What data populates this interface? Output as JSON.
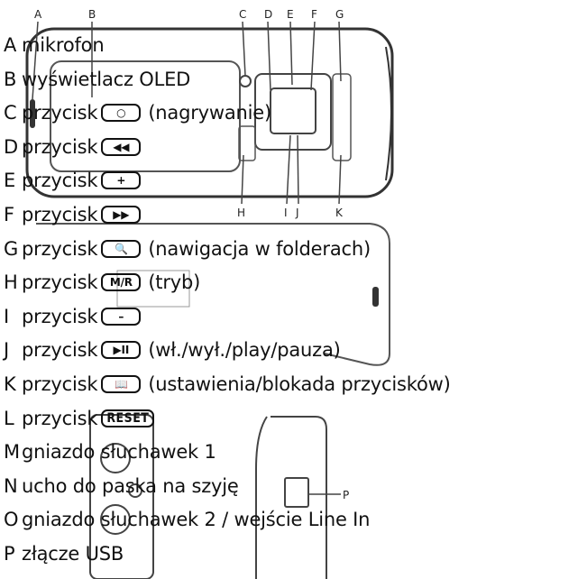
{
  "callout_letters": [
    "A",
    "B",
    "C",
    "D",
    "E",
    "F",
    "G",
    "H",
    "I",
    "J",
    "K",
    "P"
  ],
  "legend": [
    {
      "letter": "A",
      "text": "mikrofon",
      "button": null,
      "desc": ""
    },
    {
      "letter": "B",
      "text": "wyświetlacz OLED",
      "button": null,
      "desc": ""
    },
    {
      "letter": "C",
      "text": "przycisk",
      "button": {
        "glyph": "○",
        "icon": "circle-icon"
      },
      "desc": "(nagrywanie)"
    },
    {
      "letter": "D",
      "text": "przycisk",
      "button": {
        "glyph": "◀◀",
        "icon": "rewind-icon"
      },
      "desc": ""
    },
    {
      "letter": "E",
      "text": "przycisk",
      "button": {
        "glyph": "+",
        "icon": "plus-icon"
      },
      "desc": ""
    },
    {
      "letter": "F",
      "text": "przycisk",
      "button": {
        "glyph": "▶▶",
        "icon": "fast-forward-icon"
      },
      "desc": ""
    },
    {
      "letter": "G",
      "text": "przycisk",
      "button": {
        "glyph": "🔍",
        "icon": "search-icon"
      },
      "desc": "(nawigacja w folderach)"
    },
    {
      "letter": "H",
      "text": "przycisk",
      "button": {
        "glyph": "M/R",
        "icon": "mode-icon"
      },
      "desc": "(tryb)"
    },
    {
      "letter": "I",
      "text": "przycisk",
      "button": {
        "glyph": "–",
        "icon": "minus-icon"
      },
      "desc": ""
    },
    {
      "letter": "J",
      "text": "przycisk",
      "button": {
        "glyph": "▶II",
        "icon": "play-pause-icon"
      },
      "desc": "(wł./wył./play/pauza)"
    },
    {
      "letter": "K",
      "text": "przycisk",
      "button": {
        "glyph": "📖",
        "icon": "book-icon"
      },
      "desc": "(ustawienia/blokada przycisków)"
    },
    {
      "letter": "L",
      "text": "przycisk",
      "button": {
        "glyph": "RESET",
        "icon": "reset-icon"
      },
      "desc": ""
    },
    {
      "letter": "M",
      "text": "gniazdo słuchawek 1",
      "button": null,
      "desc": ""
    },
    {
      "letter": "N",
      "text": "ucho do paska na szyję",
      "button": null,
      "desc": ""
    },
    {
      "letter": "O",
      "text": "gniazdo słuchawek 2 / wejście Line In",
      "button": null,
      "desc": ""
    },
    {
      "letter": "P",
      "text": "złącze USB",
      "button": null,
      "desc": ""
    }
  ]
}
